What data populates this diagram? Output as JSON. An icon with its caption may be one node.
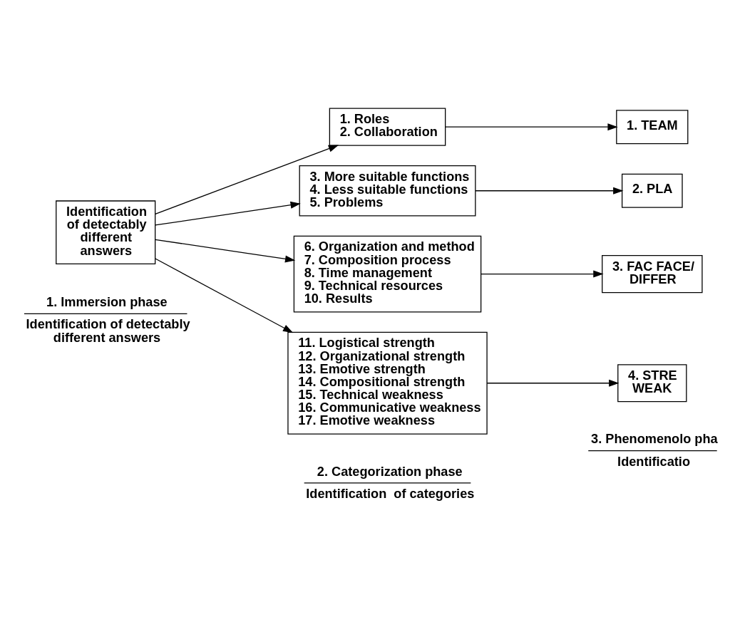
{
  "diagram": {
    "nodes": [
      {
        "text": [
          "Identification of detectably different answers"
        ]
      },
      {
        "text": [
          "1. Roles",
          "2. Collaboration"
        ]
      },
      {
        "text": [
          "3. More suitable functions",
          "4. Less suitable functions",
          "5. Problems"
        ]
      },
      {
        "text": [
          "6. Organization and method",
          "7. Composition process",
          "8. Time management",
          "9. Technical resources",
          "10. Results"
        ]
      },
      {
        "text": [
          "11. Logistical strength",
          "12. Organizational strength",
          "13. Emotive strength",
          "14. Compositional strength",
          "15. Technical weakness",
          "16. Communicative weakness",
          "17. Emotive weakness"
        ]
      },
      {
        "text": [
          "1. TEAM"
        ]
      },
      {
        "text": [
          "2. PLA"
        ]
      },
      {
        "text": [
          "3. FAC FACE/ DIFFER"
        ]
      },
      {
        "text": [
          "4. STRE WEAK"
        ]
      }
    ],
    "edges": [
      {
        "from": 0,
        "to": 1,
        "arrow": "to"
      },
      {
        "from": 0,
        "to": 2,
        "arrow": "to"
      },
      {
        "from": 0,
        "to": 3,
        "arrow": "to"
      },
      {
        "from": 0,
        "to": 4,
        "arrow": "to"
      },
      {
        "from": 1,
        "to": 5,
        "arrow": "to"
      },
      {
        "from": 2,
        "to": 6,
        "arrow": "to"
      },
      {
        "from": 3,
        "to": 7,
        "arrow": "to"
      },
      {
        "from": 4,
        "to": 8,
        "arrow": "to"
      }
    ],
    "labels": [
      "1. Immersion phase",
      "2. Categorization phase",
      "3. Phenomenolo pha",
      "Identification of detectably different answers",
      "Identification  of categories",
      "Identificatio"
    ]
  }
}
